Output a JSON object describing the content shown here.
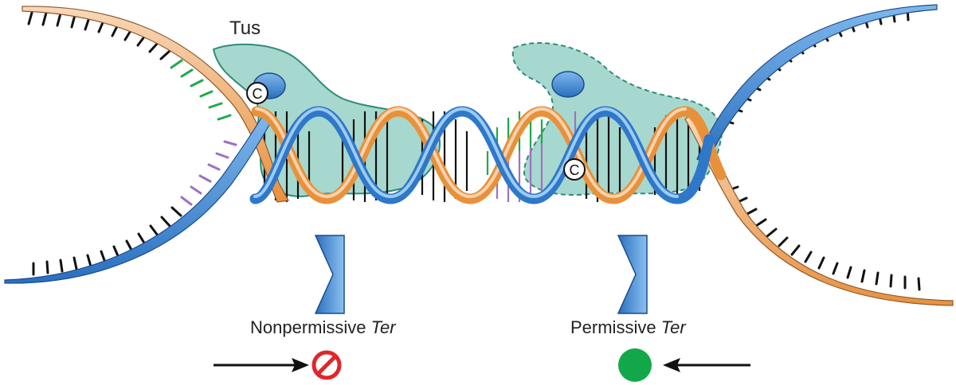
{
  "labels": {
    "protein": "Tus",
    "c_residue": "C",
    "left_ter_prefix": "Nonpermissive",
    "right_ter_prefix": "Permissive",
    "ter_word": "Ter"
  },
  "colors": {
    "strand_tan": "#F0B98A",
    "strand_tan_dark": "#E8913B",
    "strand_blue": "#4A8FD6",
    "strand_blue_dark": "#1F5FA8",
    "tus_fill": "#A7D8CF",
    "tus_stroke": "#2E8C7A",
    "base_black": "#111111",
    "base_green": "#1DAA4A",
    "base_purple": "#A070C0",
    "block_symbol": "#E0262A",
    "go_symbol": "#12A84A"
  }
}
